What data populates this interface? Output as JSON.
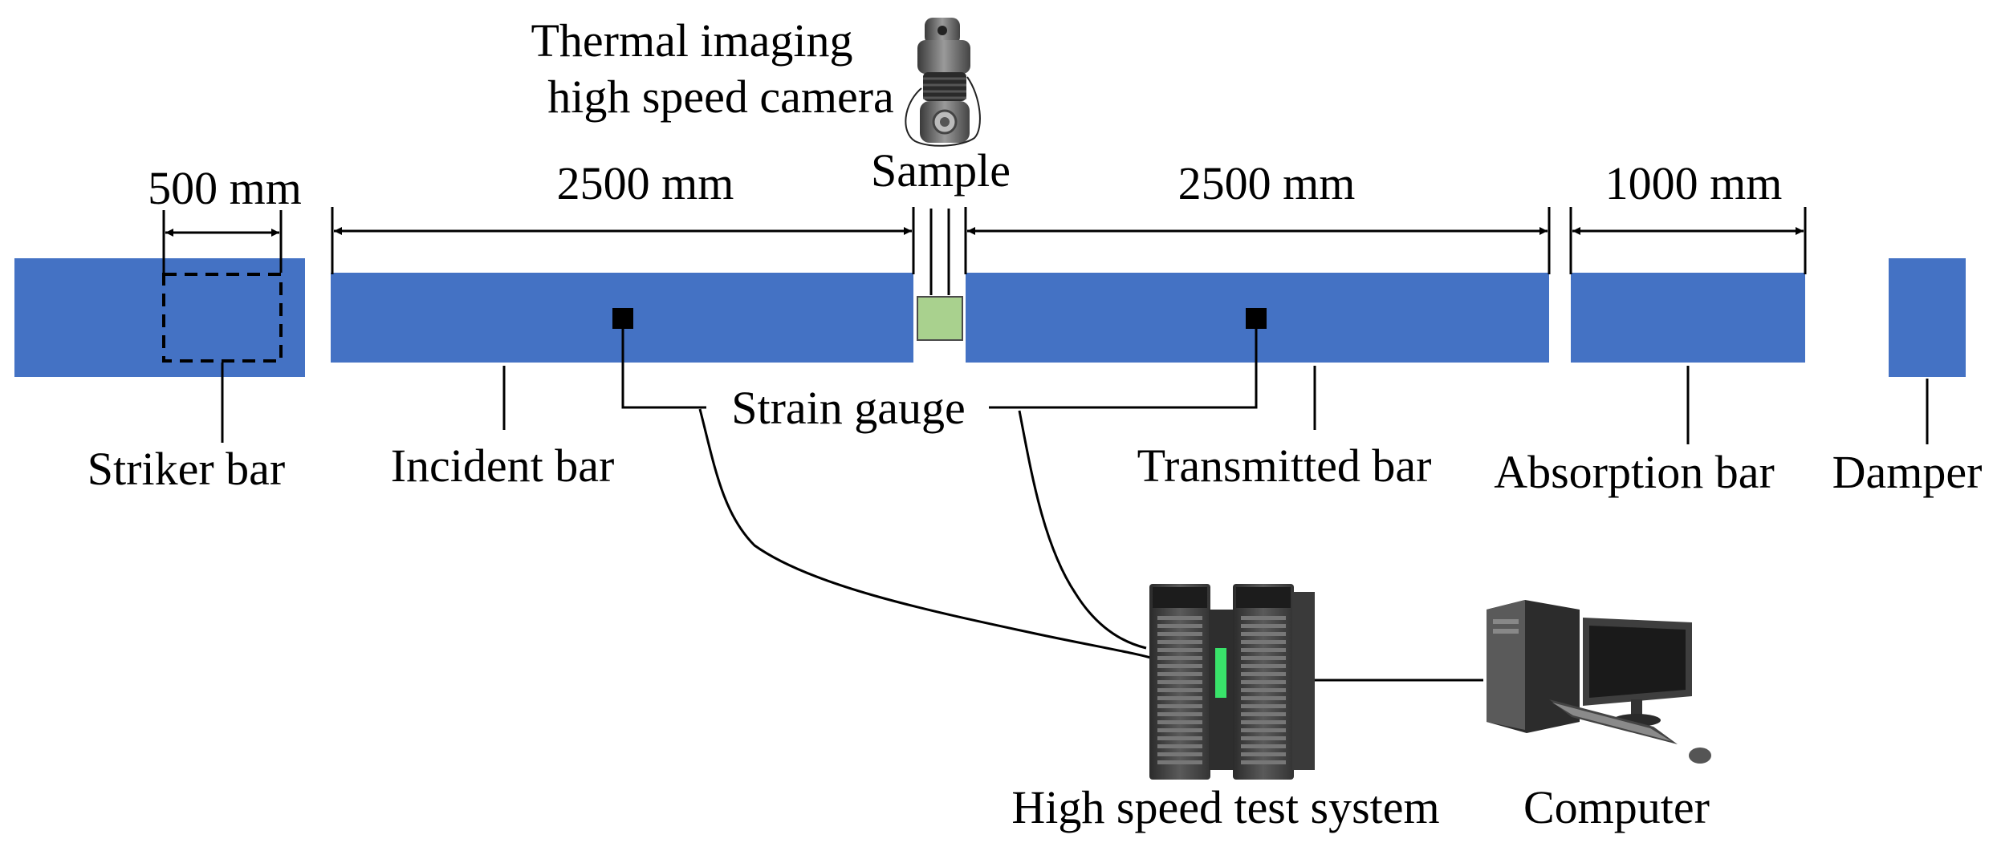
{
  "labels": {
    "camera_line1": "Thermal imaging",
    "camera_line2": "high speed camera",
    "sample": "Sample",
    "striker_dim": "500 mm",
    "incident_dim": "2500 mm",
    "transmitted_dim": "2500 mm",
    "absorption_dim": "1000 mm",
    "strain_gauge": "Strain gauge",
    "striker_bar": "Striker bar",
    "incident_bar": "Incident bar",
    "transmitted_bar": "Transmitted bar",
    "absorption_bar": "Absorption bar",
    "damper": "Damper",
    "test_system": "High speed test system",
    "computer": "Computer"
  },
  "colors": {
    "bar": "#4472c4",
    "sample": "#a9d18e",
    "gauge": "#000000",
    "led": "#39e36a"
  },
  "icons": {
    "camera": "camera-icon",
    "server": "server-tower-icon",
    "computer": "desktop-computer-icon"
  }
}
